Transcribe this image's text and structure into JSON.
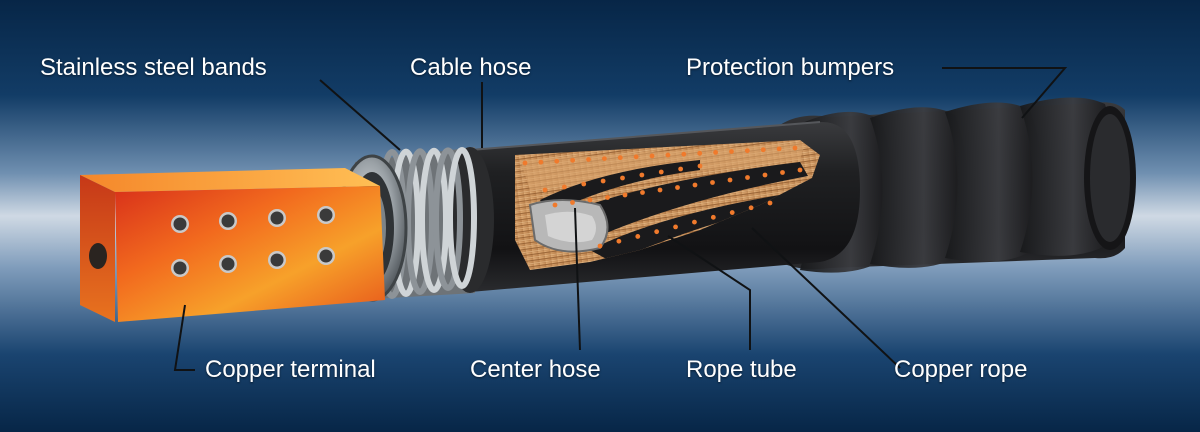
{
  "labels": {
    "stainless_steel_bands": "Stainless steel bands",
    "cable_hose": "Cable hose",
    "protection_bumpers": "Protection bumpers",
    "copper_terminal": "Copper terminal",
    "center_hose": "Center hose",
    "rope_tube": "Rope tube",
    "copper_rope": "Copper rope"
  },
  "colors": {
    "background_dark": "#0b2e52",
    "copper_terminal": "#e8531c",
    "hose_black": "#1c1c1e",
    "copper_strands": "#c9925a",
    "rope_dots": "#e8702a",
    "steel_bands": "#b9bec2",
    "label_text": "#ffffff"
  }
}
